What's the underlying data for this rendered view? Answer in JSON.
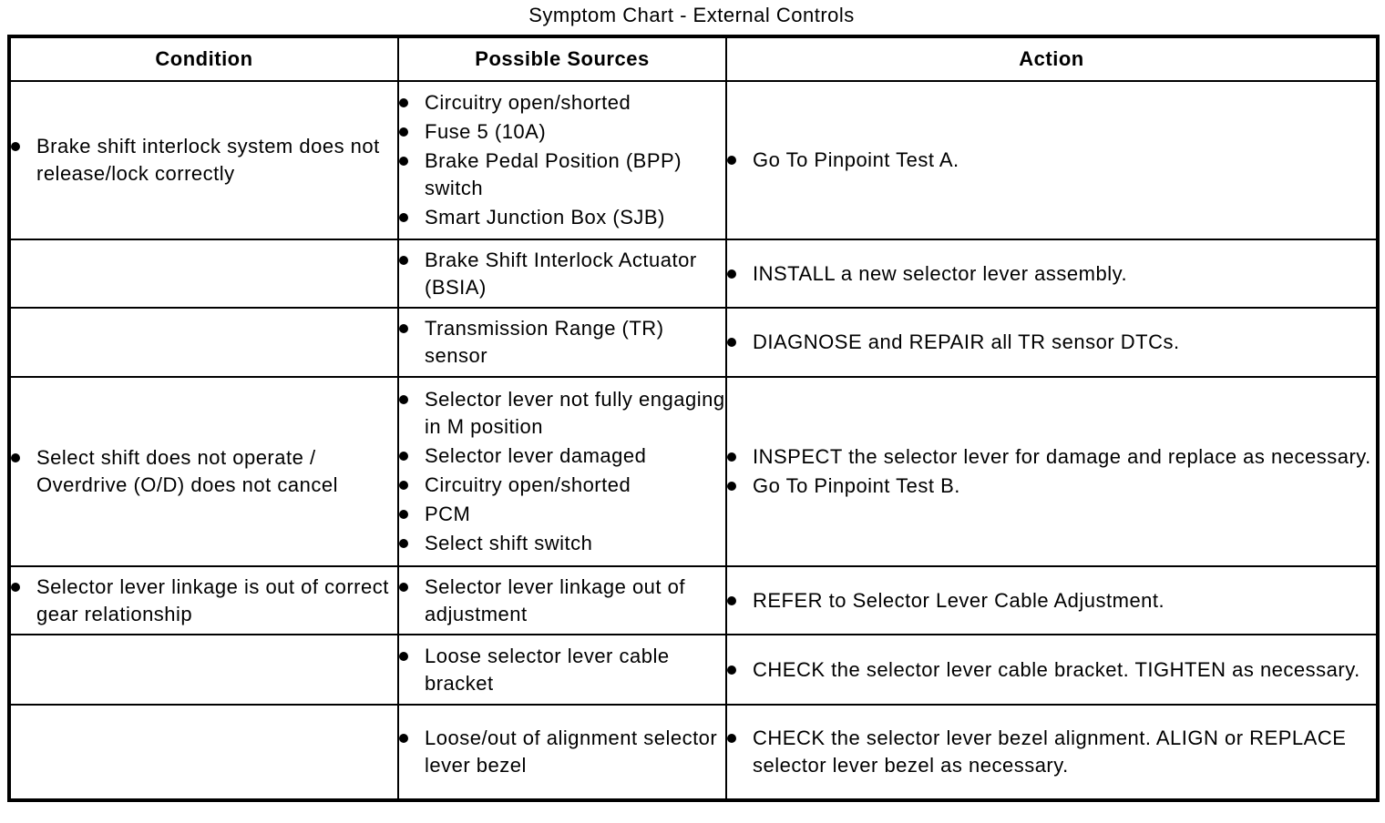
{
  "page": {
    "title": "Symptom Chart - External Controls"
  },
  "colors": {
    "background": "#ffffff",
    "text": "#000000",
    "border": "#000000",
    "bullet": "#000000"
  },
  "table": {
    "headers": {
      "condition": "Condition",
      "sources": "Possible Sources",
      "action": "Action"
    },
    "rows": [
      {
        "condition": [
          "Brake shift interlock system does not release/lock correctly"
        ],
        "sources": [
          "Circuitry open/shorted",
          "Fuse 5 (10A)",
          "Brake Pedal Position (BPP) switch",
          "Smart Junction Box (SJB)"
        ],
        "action": [
          "Go To Pinpoint Test A."
        ]
      },
      {
        "condition": [],
        "sources": [
          "Brake Shift Interlock Actuator (BSIA)"
        ],
        "action": [
          "INSTALL a new selector lever assembly."
        ]
      },
      {
        "condition": [],
        "sources": [
          "Transmission Range (TR) sensor"
        ],
        "action": [
          "DIAGNOSE and REPAIR all TR sensor DTCs."
        ]
      },
      {
        "condition": [
          "Select shift does not operate / Overdrive (O/D) does not cancel"
        ],
        "sources": [
          "Selector lever not fully engaging in M position",
          "Selector lever damaged",
          "Circuitry open/shorted",
          "PCM",
          "Select shift switch"
        ],
        "action": [
          "INSPECT the selector lever for damage and replace as necessary.",
          "Go To Pinpoint Test B."
        ]
      },
      {
        "condition": [
          "Selector lever linkage is out of correct gear relationship"
        ],
        "sources": [
          "Selector lever linkage out of adjustment"
        ],
        "action": [
          "REFER to Selector Lever Cable Adjustment."
        ]
      },
      {
        "condition": [],
        "sources": [
          "Loose selector lever cable bracket"
        ],
        "action": [
          "CHECK the selector lever cable bracket. TIGHTEN as necessary."
        ]
      },
      {
        "condition": [],
        "sources": [
          "Loose/out of alignment selector lever bezel"
        ],
        "action": [
          "CHECK the selector lever bezel alignment. ALIGN or REPLACE selector lever bezel as necessary."
        ]
      }
    ]
  }
}
